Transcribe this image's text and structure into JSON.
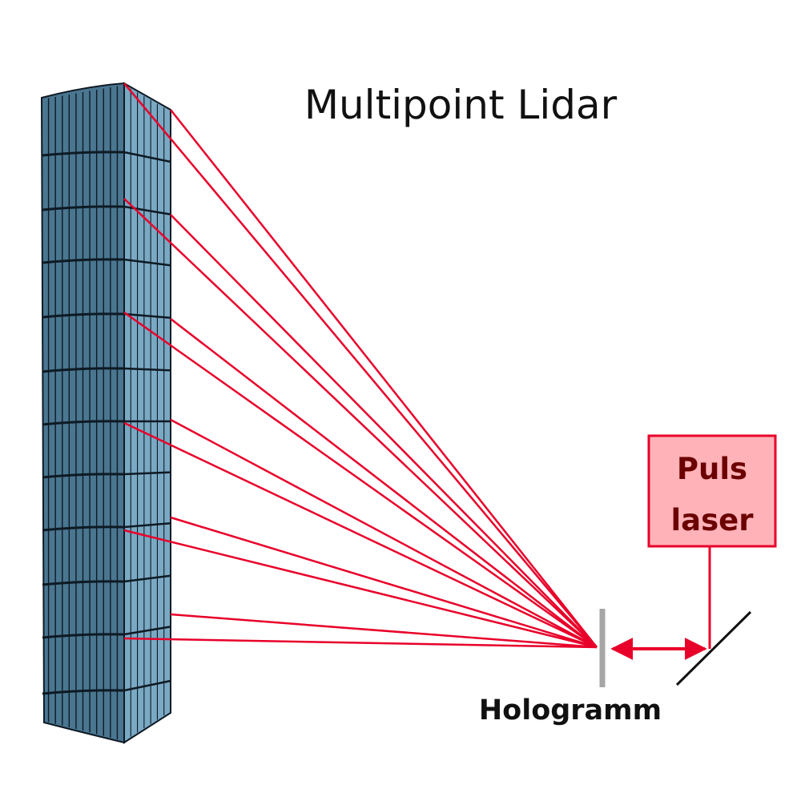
{
  "title": "Multipoint Lidar",
  "laser": {
    "line1": "Puls",
    "line2": "laser"
  },
  "hologram_label": "Hologramm",
  "colors": {
    "beam": "#e8002a",
    "building_front": "#4a7690",
    "building_side": "#7aa9c4",
    "building_lines": "#0e1a24",
    "laser_fill": "#ffb3b8",
    "laser_border": "#e8002a",
    "hologram": "#a6a6a6",
    "mirror": "#111111"
  }
}
